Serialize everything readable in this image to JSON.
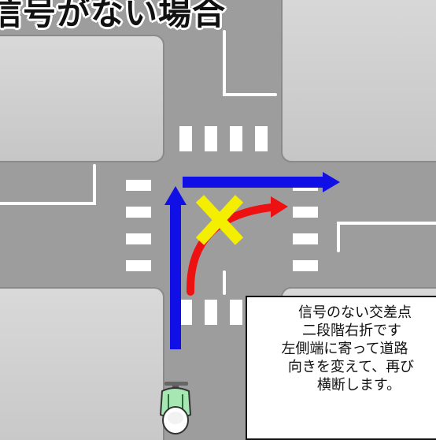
{
  "title": "信号がない場合",
  "note": {
    "lines": [
      "信号のない交差点",
      "二段階右折です",
      "左側端に寄って道路",
      "向きを変えて、再び",
      "横断します。"
    ]
  },
  "colors": {
    "straight_path": "#1010e6",
    "forbidden_path": "#ee1111",
    "prohibited_mark": "#f4ee00",
    "road": "#9d9d9d",
    "block": "#cfcfcf"
  },
  "icons": [
    "cyclist-icon",
    "x-mark-icon",
    "arrow-icon"
  ]
}
